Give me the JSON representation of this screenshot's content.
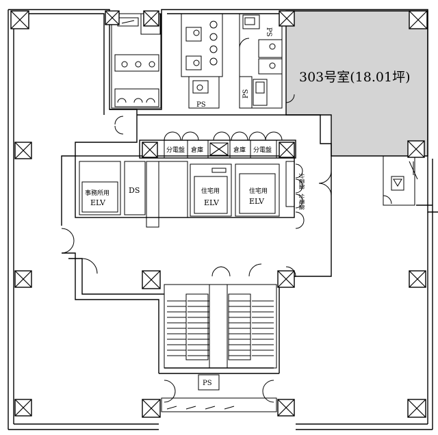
{
  "unit": {
    "label": "303号室(18.01坪)",
    "highlight_color": "#d4d4d4"
  },
  "rooms": {
    "ps_top_right": "PS",
    "ps_mid": "PS",
    "ps_wc": "PS",
    "ps_bottom": "PS",
    "ds": "DS",
    "bunden_left": "分電盤",
    "souko_left": "倉庫",
    "souko_right": "倉庫",
    "bunden_right": "分電盤",
    "bunden_vertical_1": "分電盤",
    "bunden_vertical_2": "分電盤"
  },
  "elevators": {
    "office_line1": "事務所用",
    "office_line2": "ELV",
    "res1_line1": "住宅用",
    "res1_line2": "ELV",
    "res2_line1": "住宅用",
    "res2_line2": "ELV"
  },
  "colors": {
    "line": "#000000",
    "background": "#ffffff"
  }
}
